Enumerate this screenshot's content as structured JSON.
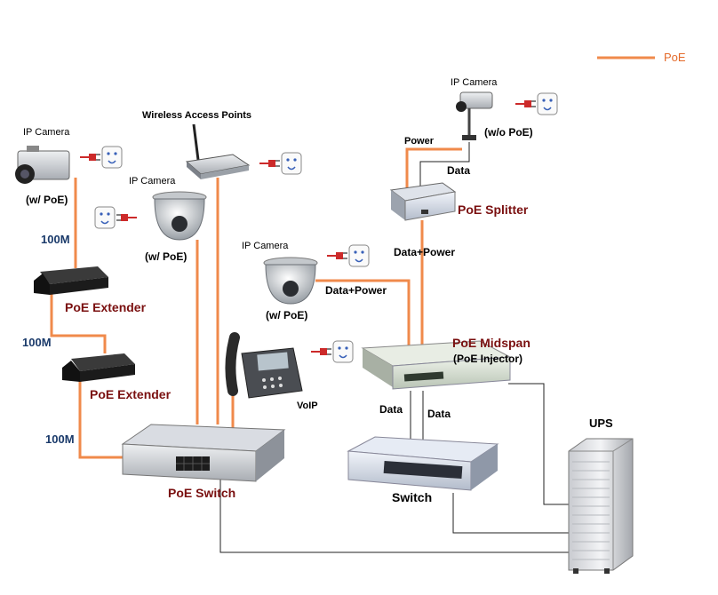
{
  "legend": {
    "label": "PoE",
    "color": "#f08a4b"
  },
  "devices": {
    "ip_camera_wpoe_left": {
      "title": "IP Camera",
      "sub": "(w/ PoE)"
    },
    "wireless_ap": {
      "title": "Wireless Access Points"
    },
    "ip_camera_dome1": {
      "title": "IP Camera",
      "sub": "(w/ PoE)"
    },
    "ip_camera_dome2": {
      "title": "IP Camera",
      "sub": "(w/ PoE)"
    },
    "ip_camera_wopoe": {
      "title": "IP Camera",
      "sub": "(w/o  PoE)"
    },
    "poe_splitter": {
      "title": "PoE Splitter"
    },
    "poe_extender_1": {
      "title": "PoE Extender"
    },
    "poe_extender_2": {
      "title": "PoE Extender"
    },
    "voip": {
      "title": "VoIP"
    },
    "poe_midspan": {
      "title": "PoE Midspan",
      "sub": "(PoE Injector)"
    },
    "poe_switch": {
      "title": "PoE Switch"
    },
    "switch": {
      "title": "Switch"
    },
    "ups": {
      "title": "UPS"
    }
  },
  "links": {
    "speed_1": "100M",
    "speed_2": "100M",
    "speed_3": "100M",
    "power": "Power",
    "data_top": "Data",
    "data_power_splitter": "Data+Power",
    "data_power_dome": "Data+Power",
    "data_left": "Data",
    "data_right": "Data"
  }
}
